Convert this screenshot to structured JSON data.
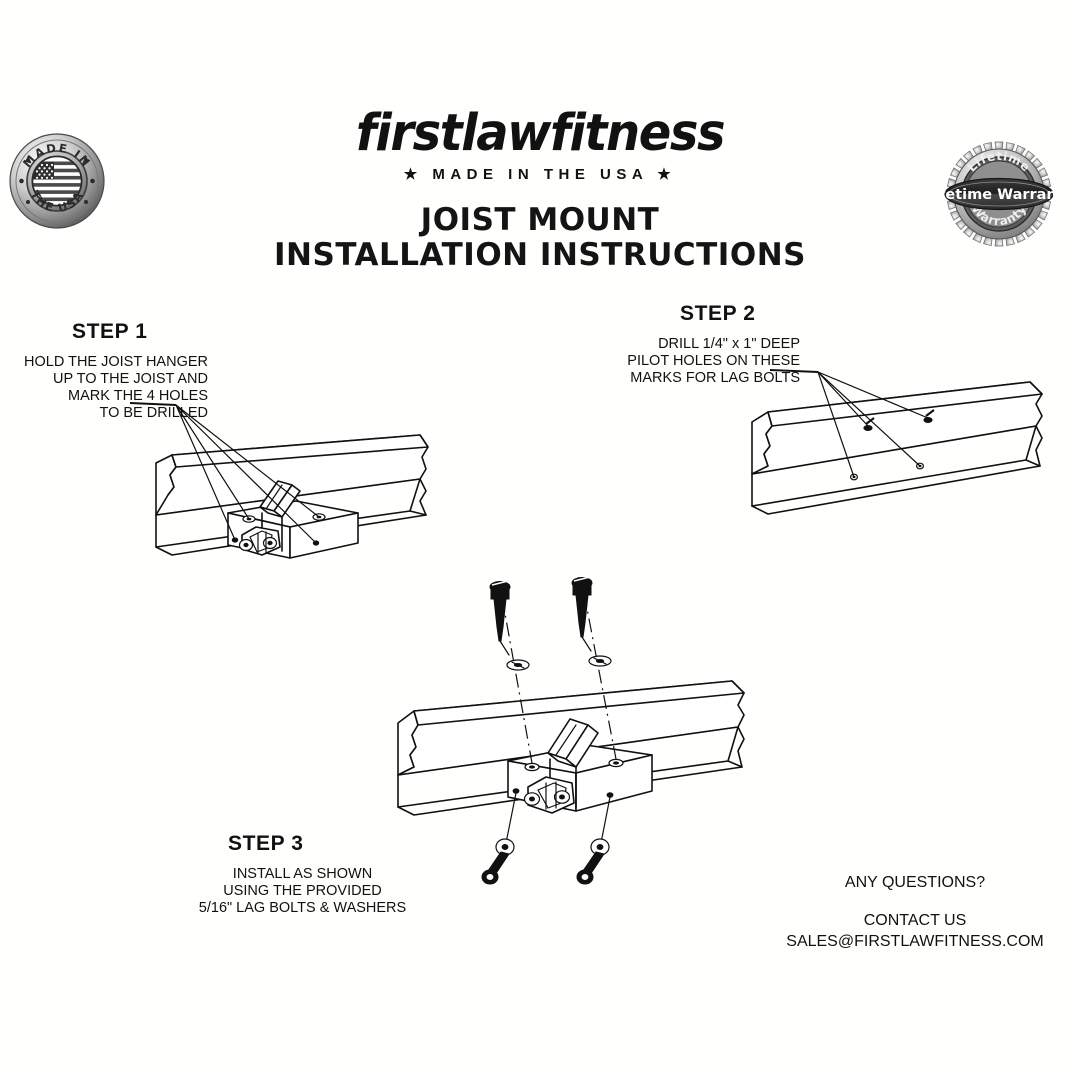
{
  "document": {
    "background_color": "#fffffd",
    "ink_color": "#111111"
  },
  "header": {
    "logo_wordmark": "firstlawfitness",
    "logo_tagline": "★ MADE IN THE USA ★",
    "title_line_1": "JOIST MOUNT",
    "title_line_2": "INSTALLATION INSTRUCTIONS"
  },
  "badges": {
    "made_in_usa": {
      "name": "made-in-usa-seal",
      "top_text": "MADE IN",
      "bottom_text": "THE USA"
    },
    "lifetime_warranty": {
      "name": "lifetime-warranty-seal",
      "band_text": "Lifetime Warranty",
      "arc_top_text": "Lifetime",
      "arc_bottom_text": "Warranty"
    }
  },
  "steps": [
    {
      "id": "step1",
      "heading": "STEP 1",
      "body_lines": [
        "HOLD THE JOIST HANGER",
        "UP TO THE JOIST AND",
        "MARK THE 4 HOLES",
        "TO BE DRILLED"
      ],
      "drawing": "joist-with-bracket-marking-holes",
      "callout_count": 4
    },
    {
      "id": "step2",
      "heading": "STEP 2",
      "body_lines": [
        "DRILL 1/4\" x 1\" DEEP",
        "PILOT HOLES ON THESE",
        "MARKS FOR LAG BOLTS"
      ],
      "drawing": "bare-joist-with-pilot-hole-marks",
      "callout_count": 4
    },
    {
      "id": "step3",
      "heading": "STEP 3",
      "body_lines": [
        "INSTALL AS SHOWN",
        "USING THE PROVIDED",
        "5/16\" LAG BOLTS & WASHERS"
      ],
      "drawing": "exploded-assembly-with-lag-bolts-and-washers",
      "fastener_count": 4
    }
  ],
  "contact": {
    "question": "ANY QUESTIONS?",
    "line_1": "CONTACT US",
    "line_2": "SALES@FIRSTLAWFITNESS.COM"
  }
}
